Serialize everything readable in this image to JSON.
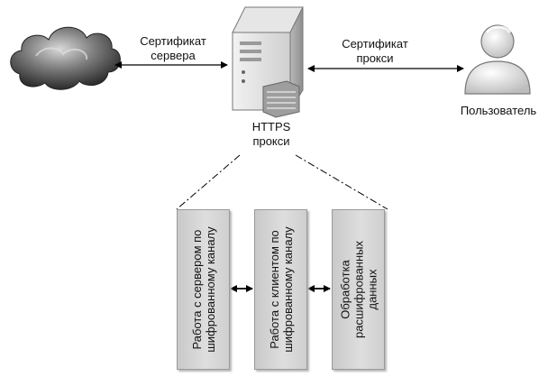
{
  "cert_server": "Сертификат\nсервера",
  "cert_proxy": "Сертификат\nпрокси",
  "proxy_label": "HTTPS\nпрокси",
  "user_label": "Пользователь",
  "boxes": [
    "Работа с сервером по\nшифрованному каналу",
    "Работа с клиентом по\nшифрованному каналу",
    "Обработка\nрасшифрованных\nданных"
  ],
  "icons": {
    "cloud": "cloud-icon",
    "server": "server-icon",
    "user": "user-icon"
  }
}
